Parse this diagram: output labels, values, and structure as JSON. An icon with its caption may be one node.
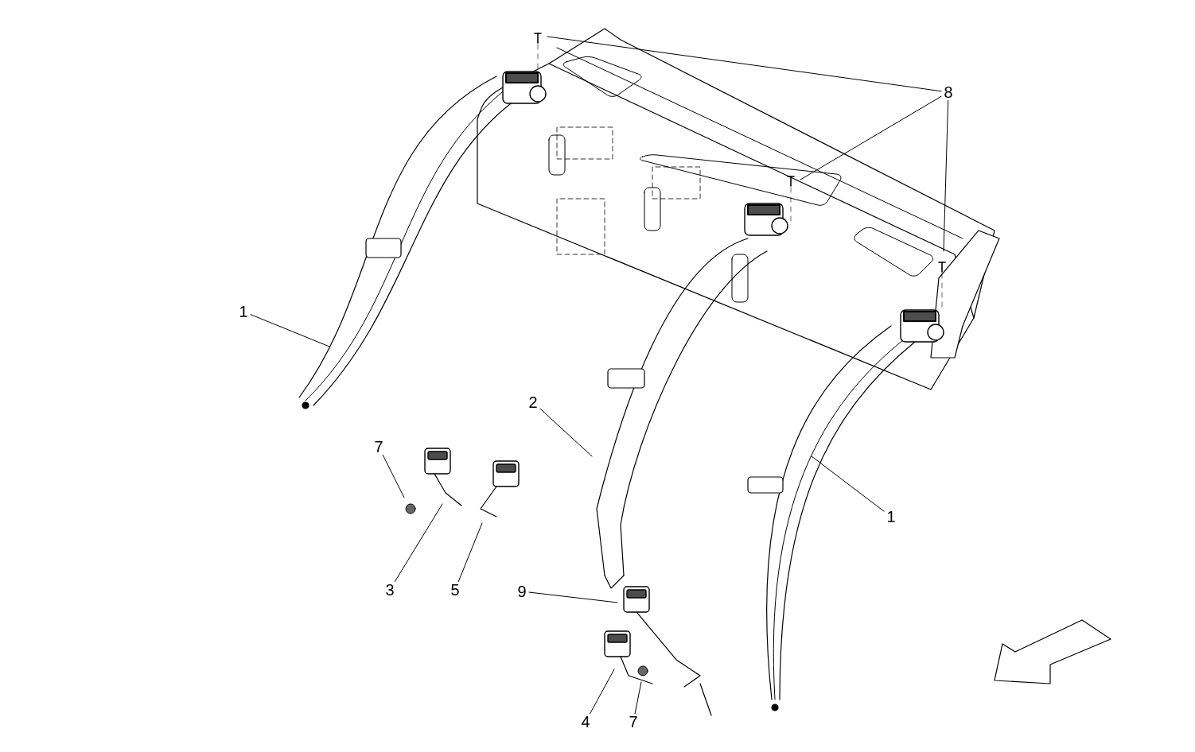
{
  "diagram": {
    "nodes": [
      {
        "text": [
          "1"
        ]
      },
      {
        "text": [
          "8"
        ]
      },
      {
        "text": [
          "2"
        ]
      },
      {
        "text": [
          "7"
        ]
      },
      {
        "text": [
          "3"
        ]
      },
      {
        "text": [
          "5"
        ]
      },
      {
        "text": [
          "9"
        ]
      },
      {
        "text": [
          "4"
        ]
      },
      {
        "text": [
          "7"
        ]
      },
      {
        "text": [
          "1"
        ]
      }
    ],
    "edges": [
      {
        "from": 0,
        "to": null,
        "arrow": "none"
      },
      {
        "from": 1,
        "to": null,
        "arrow": "none"
      },
      {
        "from": 1,
        "to": null,
        "arrow": "none"
      },
      {
        "from": 1,
        "to": null,
        "arrow": "none"
      },
      {
        "from": 2,
        "to": null,
        "arrow": "none"
      },
      {
        "from": 3,
        "to": null,
        "arrow": "none"
      },
      {
        "from": 4,
        "to": null,
        "arrow": "none"
      },
      {
        "from": 5,
        "to": null,
        "arrow": "none"
      },
      {
        "from": 6,
        "to": null,
        "arrow": "none"
      },
      {
        "from": 7,
        "to": null,
        "arrow": "none"
      },
      {
        "from": 8,
        "to": null,
        "arrow": "none"
      },
      {
        "from": 9,
        "to": null,
        "arrow": "none"
      }
    ]
  }
}
